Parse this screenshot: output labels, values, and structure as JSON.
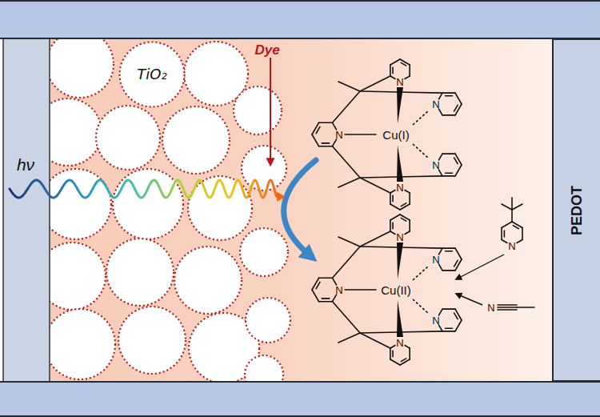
{
  "diagram": {
    "nodes": [
      {
        "text": [
          "TiO₂"
        ]
      },
      {
        "text": [
          "PEDOT"
        ]
      }
    ],
    "labels": [
      "hν",
      "Dye",
      "N",
      "N",
      "N",
      "Cu(I)",
      "N",
      "N",
      "N",
      "N",
      "N",
      "Cu(II)",
      "N",
      "N",
      "N",
      "N"
    ]
  }
}
